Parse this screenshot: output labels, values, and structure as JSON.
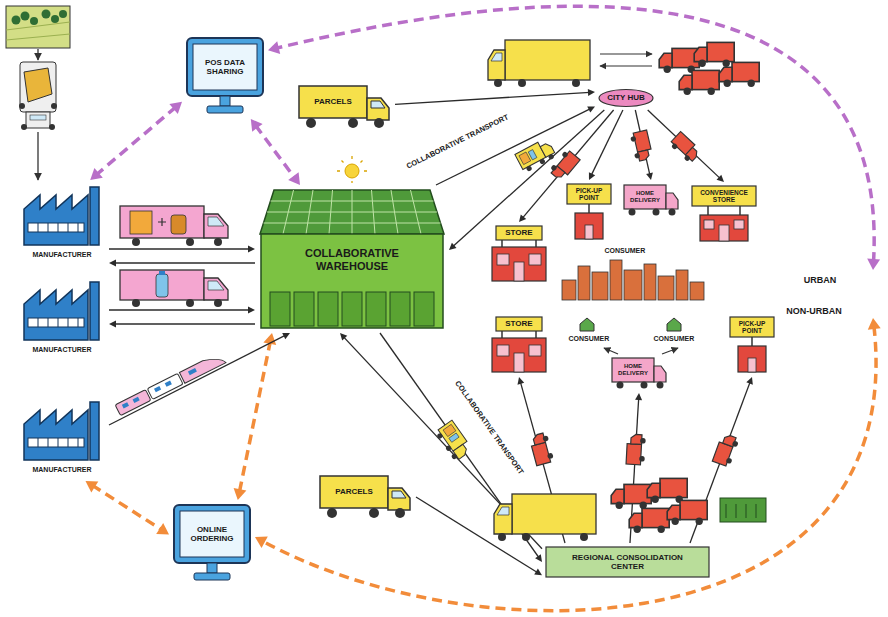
{
  "diagram": {
    "nodes": [
      {
        "text": [
          "POS DATA SHARING"
        ]
      },
      {
        "text": [
          "PARCELS"
        ]
      },
      {
        "text": [
          "URBAN"
        ]
      },
      {
        "text": [
          "CITY HUB"
        ],
        "in": 2
      },
      {
        "text": [
          "STORE"
        ],
        "in": 2
      },
      {
        "text": [
          "PICK-UP POINT"
        ],
        "in": 2
      },
      {
        "text": [
          "HOME DELIVERY"
        ],
        "in": 2
      },
      {
        "text": [
          "CONVENIENCE STORE"
        ],
        "in": 2
      },
      {
        "text": [
          "MANUFACTURER"
        ]
      },
      {
        "text": [
          "COLLABORATIVE WAREHOUSE"
        ]
      },
      {
        "text": [
          "MANUFACTURER"
        ]
      },
      {
        "text": [
          "NON-URBAN"
        ]
      },
      {
        "text": [
          "STORE"
        ],
        "in": 11
      },
      {
        "text": [
          "HOME DELIVERY"
        ],
        "in": 11
      },
      {
        "text": [
          "PICK-UP POINT"
        ],
        "in": 11
      },
      {
        "text": [
          "MANUFACTURER"
        ]
      },
      {
        "text": [
          "PARCELS"
        ]
      },
      {
        "text": [
          "REGIONAL CONSOLIDATION CENTER"
        ]
      },
      {
        "text": [
          "ONLINE ORDERING"
        ]
      }
    ],
    "edges": [
      {
        "from": 0,
        "to": 9,
        "arrow": "both"
      },
      {
        "from": 0,
        "to": 8,
        "arrow": "both"
      },
      {
        "from": 2,
        "to": 0,
        "arrow": "both"
      },
      {
        "from": 9,
        "to": 18,
        "arrow": "both"
      },
      {
        "from": 15,
        "to": 18,
        "arrow": "both"
      },
      {
        "from": 11,
        "to": 18,
        "arrow": "both"
      },
      {
        "from": 8,
        "to": 9,
        "arrow": "to"
      },
      {
        "from": 9,
        "to": 8,
        "arrow": "to"
      },
      {
        "from": 10,
        "to": 9,
        "arrow": "to"
      },
      {
        "from": 9,
        "to": 10,
        "arrow": "to"
      },
      {
        "from": 15,
        "to": 9,
        "arrow": "to"
      },
      {
        "from": 9,
        "to": 3,
        "arrow": "to"
      },
      {
        "from": 3,
        "to": 9,
        "arrow": "to"
      },
      {
        "from": 1,
        "to": 3,
        "arrow": "to"
      },
      {
        "from": 3,
        "to": 4,
        "arrow": "to"
      },
      {
        "from": 3,
        "to": 5,
        "arrow": "to"
      },
      {
        "from": 3,
        "to": 6,
        "arrow": "to"
      },
      {
        "from": 3,
        "to": 7,
        "arrow": "to"
      },
      {
        "from": 9,
        "to": 17,
        "arrow": "to"
      },
      {
        "from": 17,
        "to": 9,
        "arrow": "to"
      },
      {
        "from": 16,
        "to": 17,
        "arrow": "to"
      },
      {
        "from": 17,
        "to": 12,
        "arrow": "to"
      },
      {
        "from": 17,
        "to": 13,
        "arrow": "to"
      },
      {
        "from": 17,
        "to": 14,
        "arrow": "to"
      }
    ],
    "labels": [
      "COLLABORATIVE TRANSPORT",
      "CONSUMER",
      "CONSUMER",
      "CONSUMER",
      "COLLABORATIVE TRANSPORT"
    ]
  }
}
